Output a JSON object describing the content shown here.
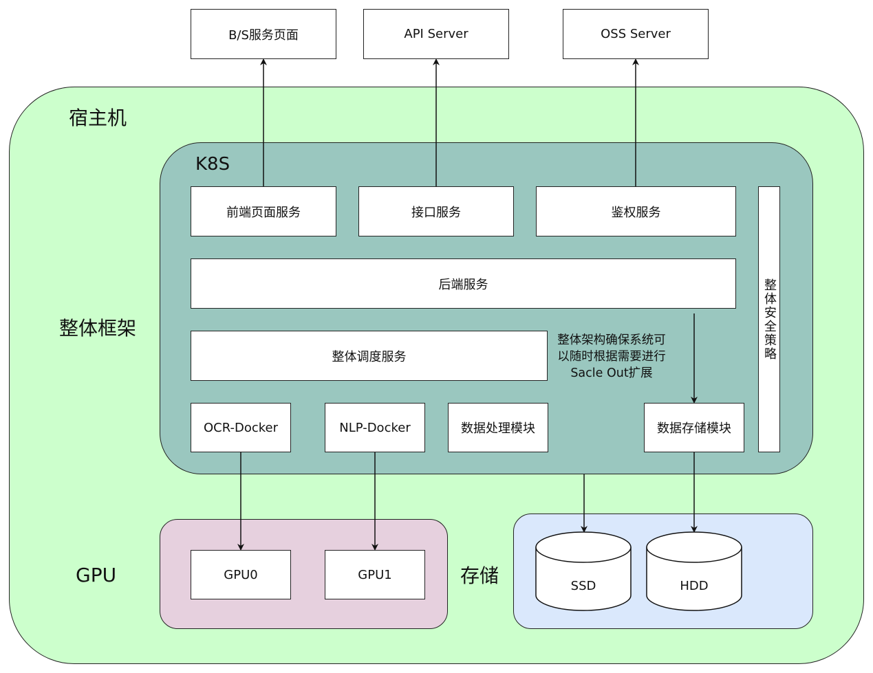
{
  "top_boxes": {
    "bs": "B/S服务页面",
    "api": "API Server",
    "oss": "OSS Server"
  },
  "host": {
    "label": "宿主机",
    "color": "#ccffcc"
  },
  "k8s": {
    "label": "K8S",
    "color": "#9ac7bf",
    "frontend": "前端页面服务",
    "interface": "接口服务",
    "auth": "鉴权服务",
    "backend": "后端服务",
    "scheduler": "整体调度服务",
    "note_lines": [
      "整体架构确保系统可",
      "以随时根据需要进行",
      "Sacle Out扩展"
    ],
    "security": "整体安全策略",
    "ocr": "OCR-Docker",
    "nlp": "NLP-Docker",
    "processing": "数据处理模块",
    "storage_module": "数据存储模块"
  },
  "side_labels": {
    "framework": "整体框架",
    "gpu": "GPU",
    "storage": "存储"
  },
  "gpu": {
    "color": "#e6d0de",
    "gpu0": "GPU0",
    "gpu1": "GPU1"
  },
  "storage": {
    "color": "#dae8fc",
    "ssd": "SSD",
    "hdd": "HDD"
  }
}
